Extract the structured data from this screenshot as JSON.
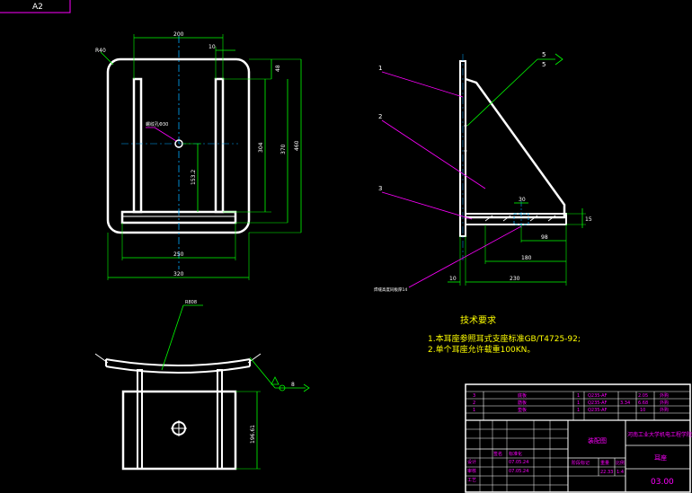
{
  "colors": {
    "background": "#000000",
    "outline": "#ffffff",
    "dimension": "#00ff00",
    "leader": "#ff00ff",
    "centerline": "#00aaff",
    "text": "#ffff00",
    "table_line": "#ffffff"
  },
  "corner_tab": "A2",
  "front_view": {
    "dims": {
      "top_width": "200",
      "top_small": "10",
      "corner_radius": "R40",
      "right_top": "48",
      "height_outer": "460",
      "height_mid": "370",
      "height_inner": "304",
      "hole_offset": "153.2",
      "bottom_inner": "250",
      "bottom_outer": "320"
    },
    "hole_label": "螺纹孔Φ30"
  },
  "side_view": {
    "parts": [
      "1",
      "2",
      "3"
    ],
    "weld_top": "5",
    "weld_bottom": "5",
    "dims": {
      "plate_th": "30",
      "foot_h": "15",
      "inner_len": "98",
      "mid_len": "180",
      "total_len": "230",
      "base_th": "10"
    },
    "note_small": "焊缝高度同板厚14"
  },
  "top_view": {
    "radius_label": "R808",
    "weld_mark": "8",
    "side_dim": "196.61"
  },
  "tech_requirements": {
    "title": "技术要求",
    "lines": [
      "1.本耳座参照耳式支座标准GB/T4725-92;",
      "2.单个耳座允许载重100KN。"
    ]
  },
  "title_block": {
    "parts": [
      {
        "no": "3",
        "name": "底板",
        "qty": "1",
        "mat": "Q235-AF",
        "w1": "2.05",
        "w2": "",
        "note": "外购"
      },
      {
        "no": "2",
        "name": "筋板",
        "qty": "1",
        "mat": "Q235-AF",
        "w1": "3.34",
        "w2": "6.68",
        "note": "外购"
      },
      {
        "no": "1",
        "name": "垫板",
        "qty": "1",
        "mat": "Q235-AF",
        "w1": "10",
        "w2": "",
        "note": "外购"
      }
    ],
    "drawing_name": "装配图",
    "school": "河南工业大学机电工程学院",
    "part_name": "耳座",
    "drawing_no": "03.00",
    "scale_a": "22.33",
    "scale_b": "1:4",
    "date1": "07.05.24",
    "date2": "07.05.24",
    "design_label": "设计",
    "check_label": "审核",
    "process_label": "工艺",
    "sig_label": "签名",
    "std_label": "标准化",
    "stage_label": "阶段标记",
    "weight_label": "重量",
    "ratio_label": "比例"
  }
}
